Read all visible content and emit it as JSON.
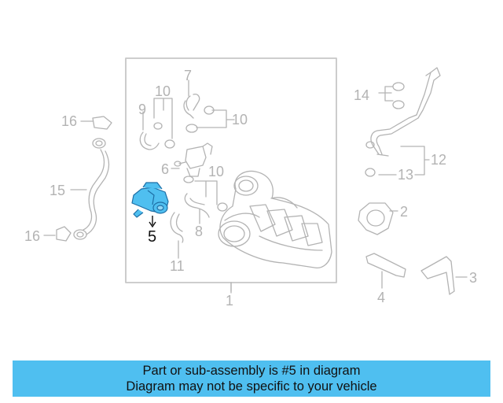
{
  "diagram": {
    "callouts": {
      "n1": "1",
      "n2": "2",
      "n3": "3",
      "n4": "4",
      "n5": "5",
      "n6": "6",
      "n7": "7",
      "n8": "8",
      "n9": "9",
      "n10a": "10",
      "n10b": "10",
      "n10c": "10",
      "n11": "11",
      "n12": "12",
      "n13": "13",
      "n14": "14",
      "n15": "15",
      "n16a": "16",
      "n16b": "16"
    },
    "highlight_color": "#4fbff0",
    "line_color": "#b3b3b3"
  },
  "banner": {
    "line1": "Part or sub-assembly is #5 in diagram",
    "line2": "Diagram may not be specific to your vehicle",
    "background": "#4fbff0"
  }
}
